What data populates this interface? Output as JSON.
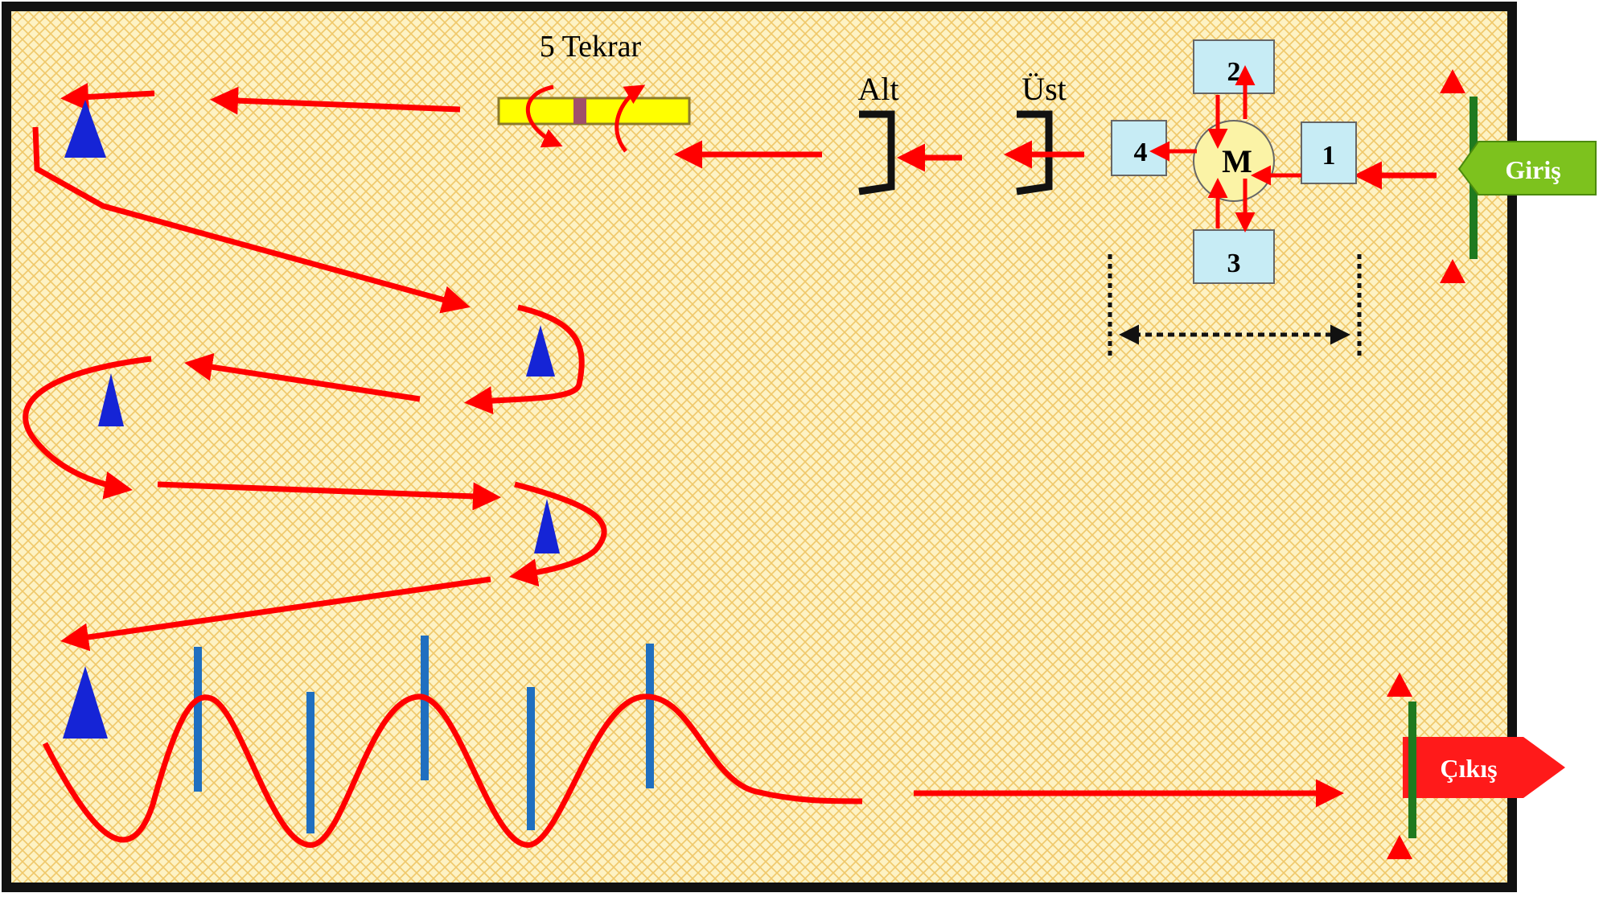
{
  "labels": {
    "repeat": "5 Tekrar",
    "lower": "Alt",
    "upper": "Üst",
    "entry": "Giriş",
    "exit": "Çıkış",
    "center": "M",
    "box1": "1",
    "box2": "2",
    "box3": "3",
    "box4": "4"
  },
  "colors": {
    "background": "#fdf2c4",
    "pattern": "#f2c96a",
    "frame": "#111111",
    "path": "#ff0000",
    "cone": "#1524d6",
    "pole": "#1f6fc0",
    "gate": "#1f7a1f",
    "entry_sign": "#7dc21e",
    "exit_sign": "#ff1a1a",
    "box": "#c7ecf5",
    "center_circle": "#fbf3a6",
    "bar": "#ffff00",
    "bracket": "#111111"
  }
}
